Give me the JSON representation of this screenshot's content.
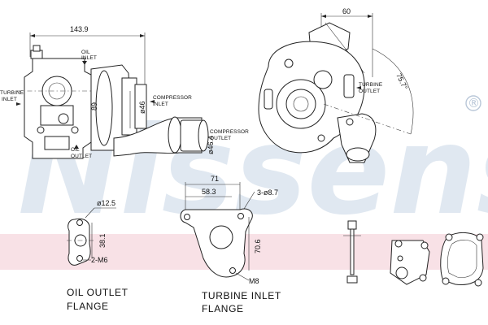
{
  "brand": {
    "watermark_text": "Nissens",
    "registered_mark": "®",
    "band_color": "#f3c9d2",
    "watermark_color": "#c8d6e6"
  },
  "turbo_side_view": {
    "dim_length": "143.9",
    "dim_dia_89": "89",
    "dim_dia_46": "ø46",
    "dim_dia_46_outlet": "ø46.4",
    "oil_inlet": [
      "OIL",
      "INLET"
    ],
    "oil_outlet": [
      "OIL",
      "OUTLET"
    ],
    "turbine_inlet": [
      "TURBINE",
      "INLET"
    ],
    "compressor_inlet": [
      "COMPRESSOR",
      "INLET"
    ],
    "compressor_outlet": [
      "COMPRESSOR",
      "OUTLET"
    ]
  },
  "turbo_front_view": {
    "dim_60": "60",
    "dim_angle": "75.7°",
    "turbine_outlet": [
      "TURBINE",
      "OUTLET"
    ]
  },
  "oil_outlet_flange": {
    "dim_bore": "ø12.5",
    "dim_height": "38.1",
    "dim_bolts": "2-M6",
    "caption": [
      "OIL OUTLET",
      "FLANGE"
    ]
  },
  "turbine_inlet_flange": {
    "dim_71": "71",
    "dim_58": "58.3",
    "dim_holes": "3-ø8.7",
    "dim_70": "70.6",
    "dim_m8": "M8",
    "caption": [
      "TURBINE INLET",
      "FLANGE"
    ]
  }
}
